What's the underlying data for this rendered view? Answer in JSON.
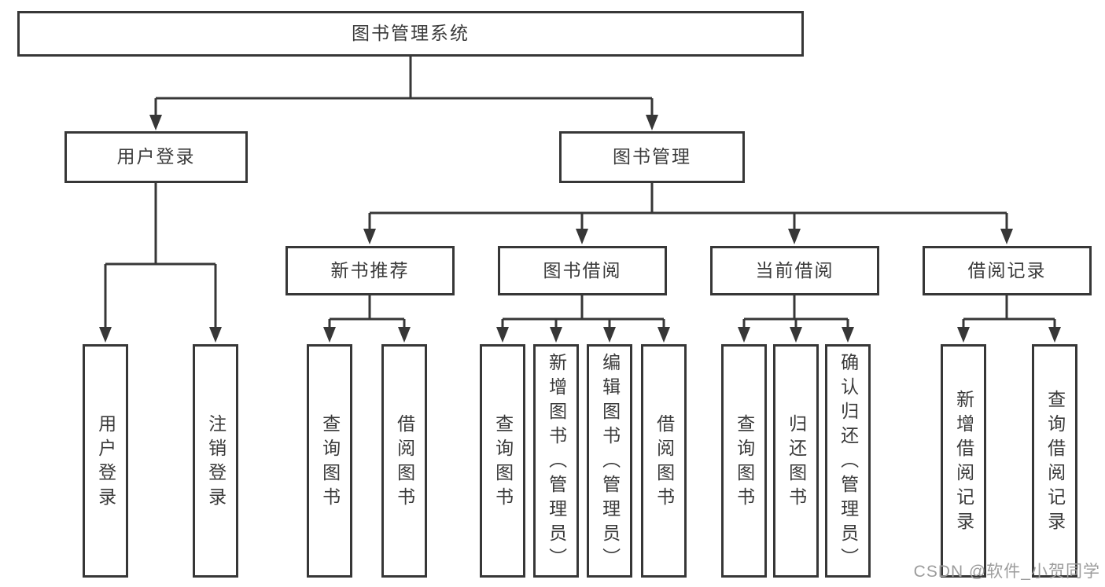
{
  "diagram": {
    "root_label": "图书管理系统",
    "branches": [
      {
        "label": "用户登录",
        "leaves": [
          "用户登录",
          "注销登录"
        ]
      },
      {
        "label": "图书管理",
        "sections": [
          {
            "label": "新书推荐",
            "leaves": [
              "查询图书",
              "借阅图书"
            ]
          },
          {
            "label": "图书借阅",
            "leaves": [
              "查询图书",
              "新增图书（管理员）",
              "编辑图书（管理员）",
              "借阅图书"
            ]
          },
          {
            "label": "当前借阅",
            "leaves": [
              "查询图书",
              "归还图书",
              "确认归还（管理员）"
            ]
          },
          {
            "label": "借阅记录",
            "leaves": [
              "新增借阅记录",
              "查询借阅记录"
            ]
          }
        ]
      }
    ]
  },
  "watermark": {
    "text": "CSDN @软件_小贺同学",
    "color": "#9c9c9c"
  },
  "colors": {
    "line": "#373737",
    "text": "#3a3a3a",
    "node_background": "#ffffff",
    "page_background": "#ffffff"
  }
}
